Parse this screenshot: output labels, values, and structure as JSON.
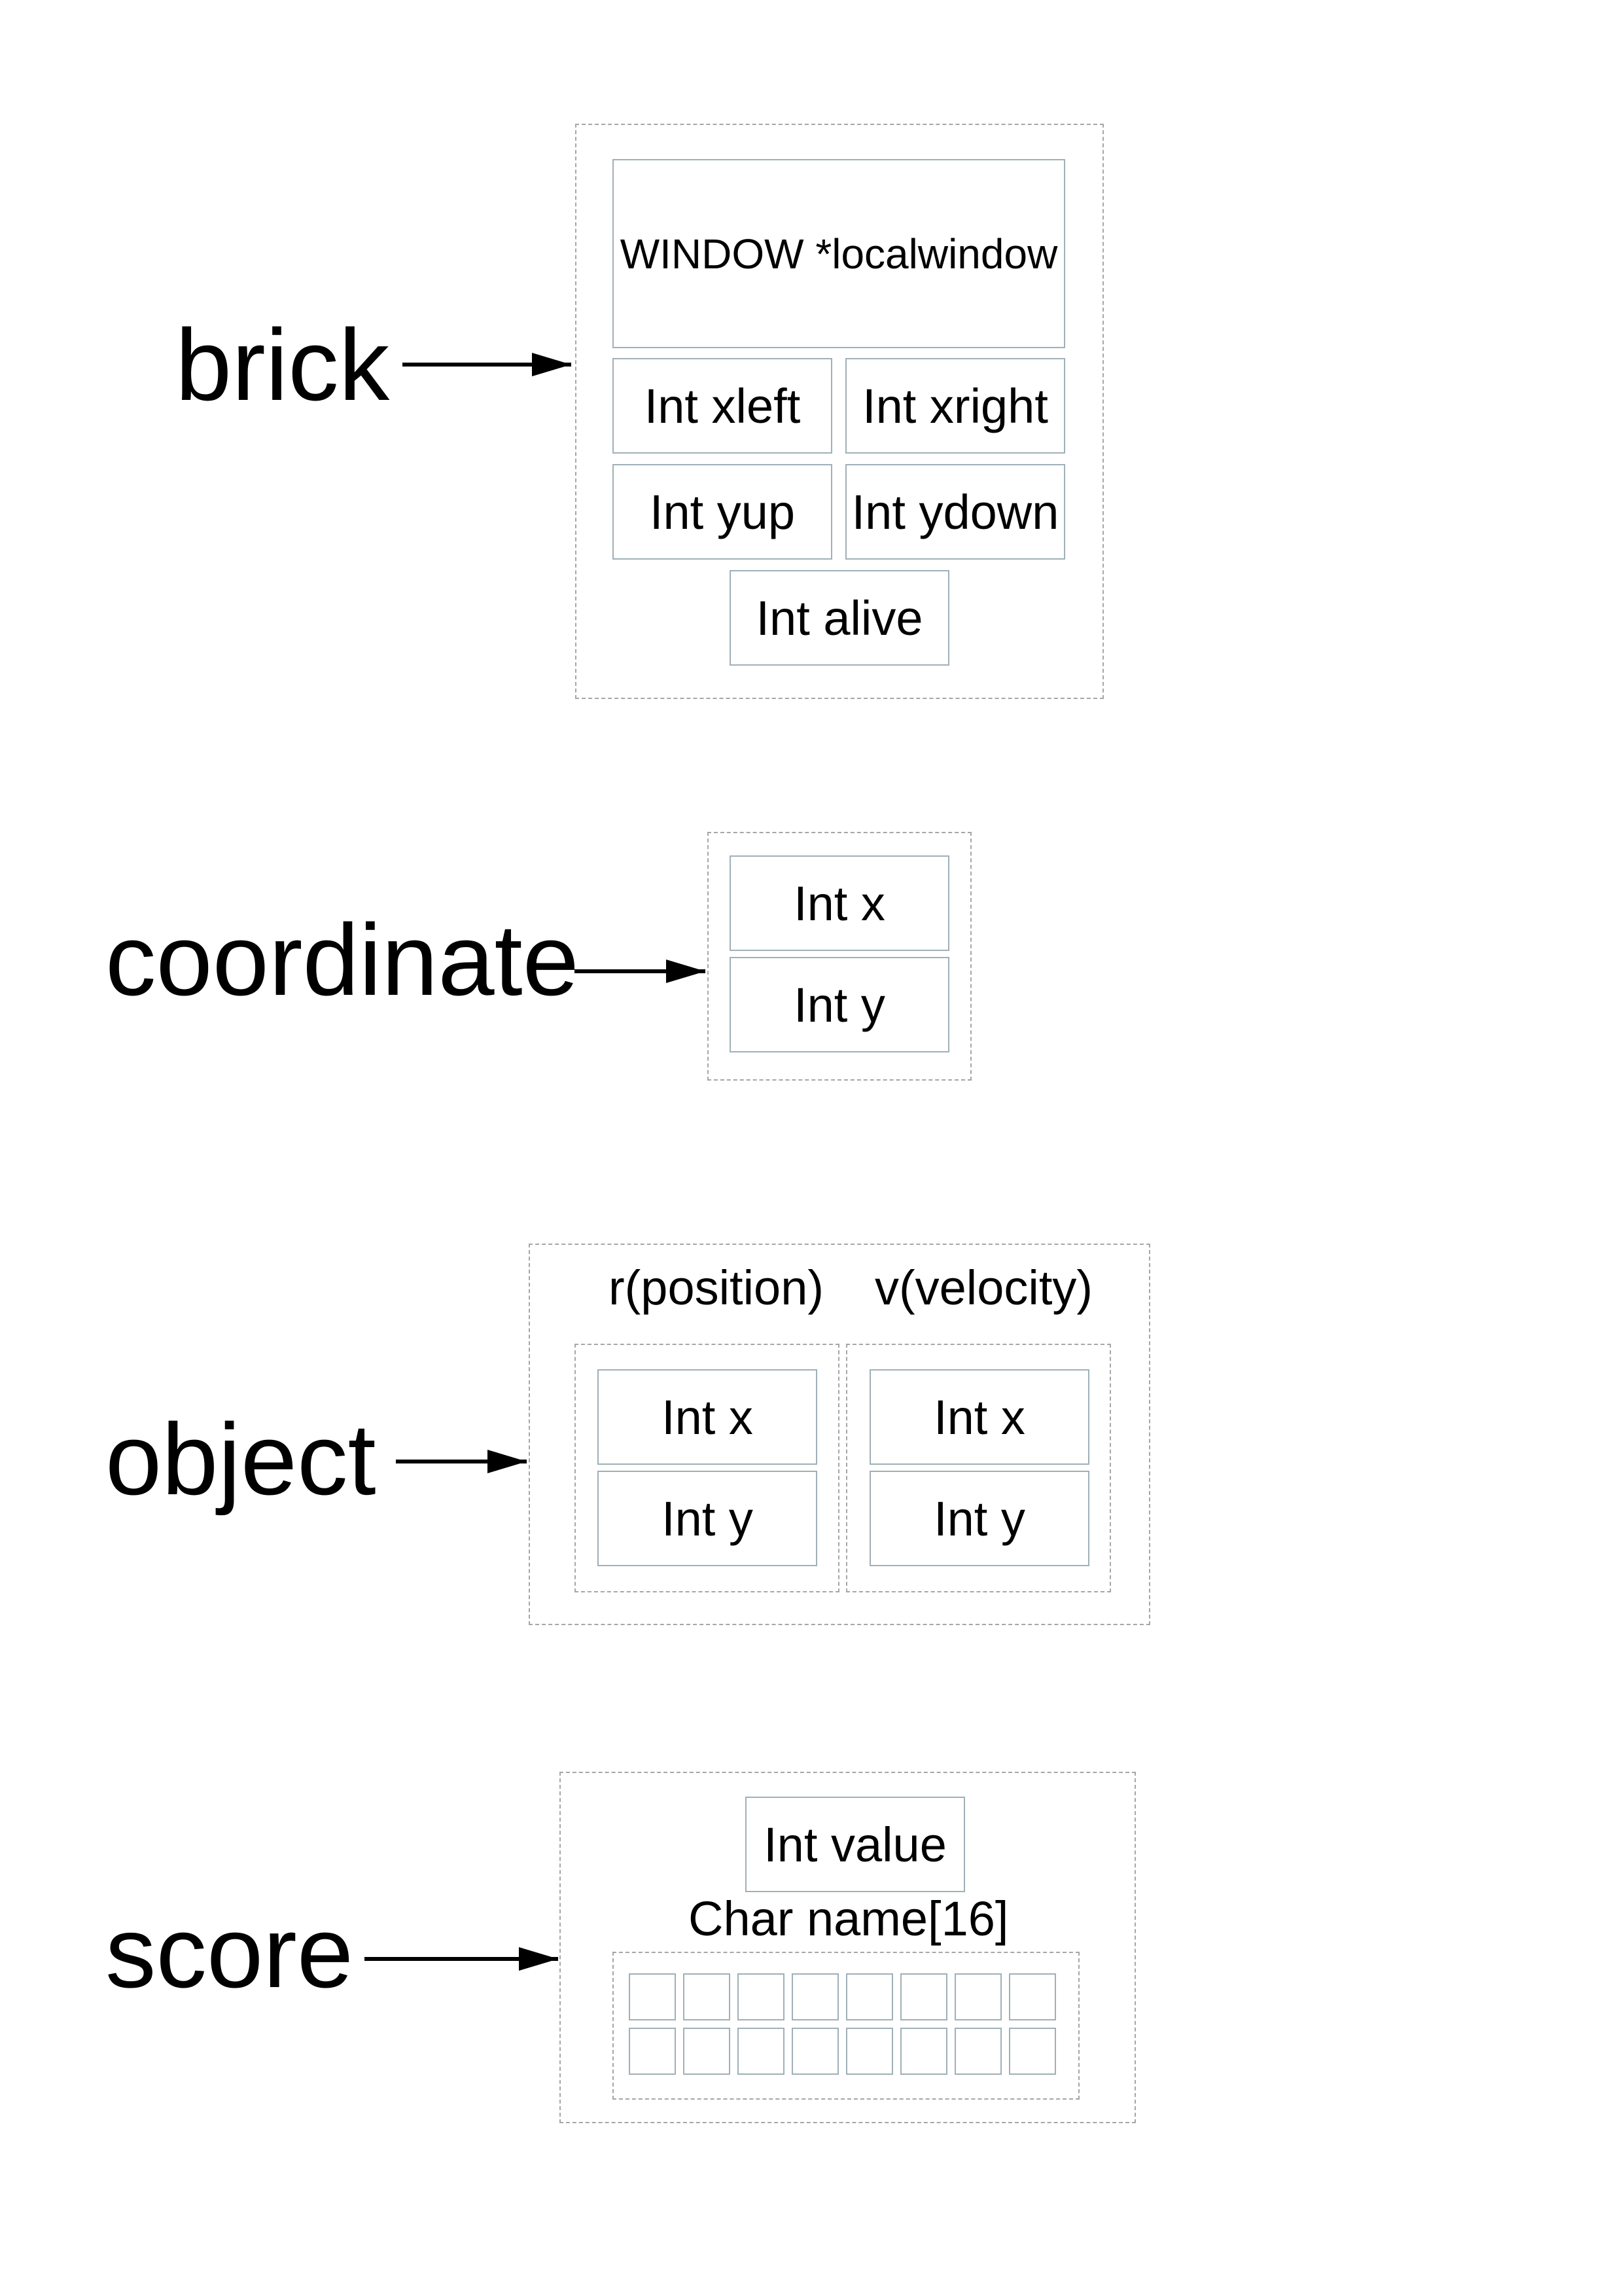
{
  "structs": {
    "brick": {
      "name": "brick",
      "window_field": "WINDOW *localwindow",
      "xleft": "Int xleft",
      "xright": "Int xright",
      "yup": "Int yup",
      "ydown": "Int ydown",
      "alive": "Int alive"
    },
    "coordinate": {
      "name": "coordinate",
      "x": "Int x",
      "y": "Int y"
    },
    "object": {
      "name": "object",
      "r_caption": "r(position)",
      "v_caption": "v(velocity)",
      "r_x": "Int x",
      "r_y": "Int y",
      "v_x": "Int x",
      "v_y": "Int y"
    },
    "score": {
      "name": "score",
      "value": "Int value",
      "name_field": "Char name[16]",
      "name_slots": 16
    }
  },
  "colors": {
    "cell_border": "#9fb0b8",
    "container_border": "#a6a6a6",
    "arrow": "#000000"
  }
}
